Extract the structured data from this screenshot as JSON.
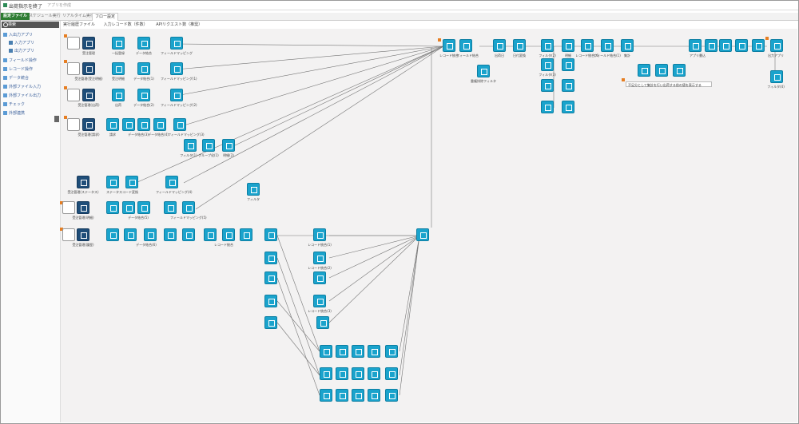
{
  "header": {
    "title": "出荷指示を終了",
    "subtitle": "アプリを作成"
  },
  "tabs": [
    {
      "label": "設定ファイル"
    },
    {
      "label": "スケジュール実行"
    },
    {
      "label": "リアルタイム実行"
    },
    {
      "label": "フロー設定"
    }
  ],
  "sidebar": {
    "search_label": "検索",
    "items": [
      {
        "label": "入出力アプリ"
      },
      {
        "label": "入力アプリ"
      },
      {
        "label": "出力アプリ"
      },
      {
        "label": "フィールド操作"
      },
      {
        "label": "レコード操作"
      },
      {
        "label": "データ統合"
      },
      {
        "label": "外部ファイル入力"
      },
      {
        "label": "外部ファイル出力"
      },
      {
        "label": "チェック"
      },
      {
        "label": "外部連携"
      }
    ]
  },
  "toolbar": {
    "item1": "実行履歴ファイル",
    "item2": "入力レコード数（件数）",
    "item3": "APIリクエスト数（推奨）"
  },
  "nodes": {
    "n_a1": "受注管理",
    "n_a2": "一括登録",
    "n_a3": "データ結合",
    "n_a4": "フィールドマッピング",
    "n_b1": "受注管理(受注明細)",
    "n_b2": "受注明細",
    "n_b3": "データ結合(1)",
    "n_b4": "フィールドマッピング(1)",
    "n_c1": "受注管理(出荷)",
    "n_c2": "出荷",
    "n_c3": "データ結合(2)",
    "n_c4": "フィールドマッピング(2)",
    "n_d1": "受注管理(請求)",
    "n_d2": "請求",
    "n_d3": "データ結合(3)",
    "n_d4": "データ結合(4)",
    "n_d5": "フィールドマッピング(3)",
    "n_e1": "フィルタ(1)",
    "n_e2": "グループ化(1)",
    "n_e3": "明細(2)",
    "n_f1": "受注管理(ステータス)",
    "n_f2": "ステータスコード変換",
    "n_f3": "フィールドマッピング(4)",
    "n_g1": "受注管理(明細)",
    "n_g2": "データ結合(5)",
    "n_g3": "フィールドマッピング(5)",
    "n_h1": "受注管理(履歴)",
    "n_h2": "データ結合(6)",
    "n_h3": "レコード統合",
    "n_filter": "フィルタ",
    "n_r1": "レコード統合(1)",
    "n_r2": "レコード統合(2)",
    "n_r3": "レコード統合(3)",
    "n_main1": "レコード統合",
    "n_main2": "フィールド結合",
    "n_main3": "重複排除フィルタ",
    "n_m4": "出荷日",
    "n_m5": "日付変換",
    "n_m6": "フィルタ(2)",
    "n_m7": "フィルタ(3)",
    "n_m8": "明細",
    "n_m9": "レコード統合(4)",
    "n_m10": "フィールド結合(1)",
    "n_m11": "集計",
    "n_m12": "アプリ書込",
    "n_m13": "出力アプリ",
    "n_m14": "フィルタ(4)",
    "n_note": "不足分として集計を行い出荷する前の値を表示する"
  },
  "colors": {
    "accent": "#2e7d32",
    "node": "#1aa3cc",
    "node_dark": "#1f4e79",
    "canvas": "#f3f2f2"
  }
}
